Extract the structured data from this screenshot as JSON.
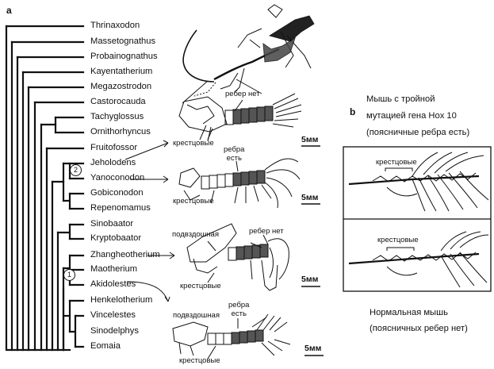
{
  "panel_a": "a",
  "panel_b": "b",
  "taxa": [
    "Thrinaxodon",
    "Massetognathus",
    "Probainognathus",
    "Kayentatherium",
    "Megazostrodon",
    "Castorocauda",
    "Tachyglossus",
    "Ornithorhyncus",
    "Fruitofossor",
    "Jeholodens",
    "Yanoconodon",
    "Gobiconodon",
    "Repenomamus",
    "Sinobaator",
    "Kryptobaator",
    "Zhangheotherium",
    "Maotherium",
    "Akidolestes",
    "Henkelotherium",
    "Vincelestes",
    "Sinodelphys",
    "Eomaia"
  ],
  "nodes": {
    "n1": "1",
    "n2": "2"
  },
  "fig1": {
    "ribs_none": "ребер нет",
    "sacral": "крестцовые",
    "scale": "5мм"
  },
  "fig2": {
    "ribs_present": "ребра\nесть",
    "sacral": "крестцовые",
    "scale": "5мм"
  },
  "fig3": {
    "ilium": "подвздошная",
    "ribs_none": "ребер нет",
    "sacral": "крестцовые",
    "scale": "5мм"
  },
  "fig4": {
    "ilium": "подвздошная",
    "ribs_present": "ребра\nесть",
    "sacral": "крестцовые",
    "scale": "5мм"
  },
  "mutant": {
    "line1": "Мышь с тройной",
    "line2": "мутацией гена Hox 10",
    "line3": "(поясничные ребра есть)",
    "sacral": "крестцовые"
  },
  "normal": {
    "sacral": "крестцовые",
    "line1": "Нормальная мышь",
    "line2": "(поясничных ребер нет)"
  }
}
